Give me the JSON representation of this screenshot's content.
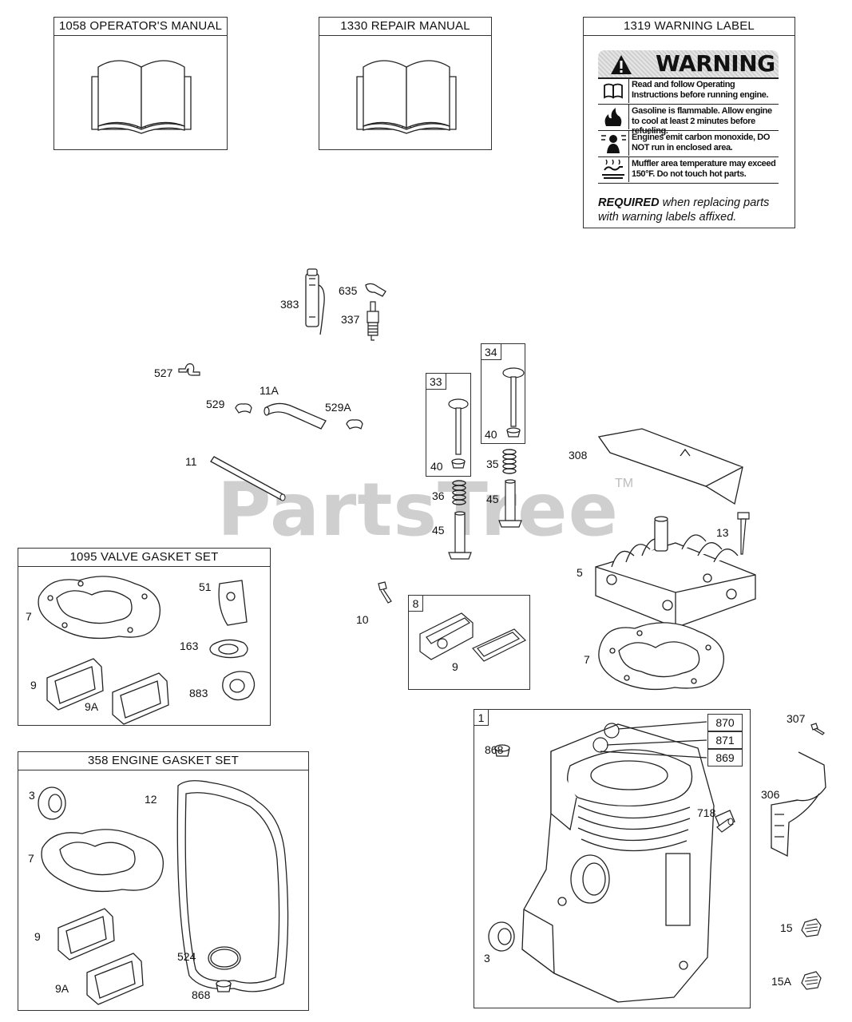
{
  "boxes": {
    "operators_manual": "1058 OPERATOR'S MANUAL",
    "repair_manual": "1330 REPAIR MANUAL",
    "warning_label": "1319 WARNING LABEL",
    "valve_gasket_set": "1095 VALVE GASKET SET",
    "engine_gasket_set": "358 ENGINE GASKET SET"
  },
  "warning": {
    "heading": "WARNING",
    "rows": [
      "Read and follow Operating Instructions before running engine.",
      "Gasoline is flammable. Allow engine to cool at least 2 minutes before refueling.",
      "Engines emit carbon monoxide, DO NOT run in enclosed area.",
      "Muffler area temperature may exceed 150°F.  Do not touch hot parts."
    ],
    "required_bold": "REQUIRED",
    "required_rest": " when replacing parts with warning labels affixed."
  },
  "watermark": {
    "text": "PartsTree",
    "tm": "TM"
  },
  "tags": {
    "t33": "33",
    "t34": "34",
    "t8": "8",
    "t1": "1"
  },
  "parts": {
    "p383": "383",
    "p635": "635",
    "p337": "337",
    "p527": "527",
    "p529": "529",
    "p11A": "11A",
    "p529A": "529A",
    "p11": "11",
    "p40a": "40",
    "p40b": "40",
    "p35": "35",
    "p36": "36",
    "p45a": "45",
    "p45b": "45",
    "p308": "308",
    "p13": "13",
    "p5": "5",
    "p7c": "7",
    "p10": "10",
    "p9c": "9",
    "v7": "7",
    "v51": "51",
    "v163": "163",
    "v9": "9",
    "v9A": "9A",
    "v883": "883",
    "e3": "3",
    "e12": "12",
    "e7": "7",
    "e9": "9",
    "e9A": "9A",
    "e524": "524",
    "e868": "868",
    "b868": "868",
    "b718": "718",
    "b3": "3",
    "c870": "870",
    "c871": "871",
    "c869": "869",
    "r307": "307",
    "r306": "306",
    "r15": "15",
    "r15A": "15A"
  }
}
